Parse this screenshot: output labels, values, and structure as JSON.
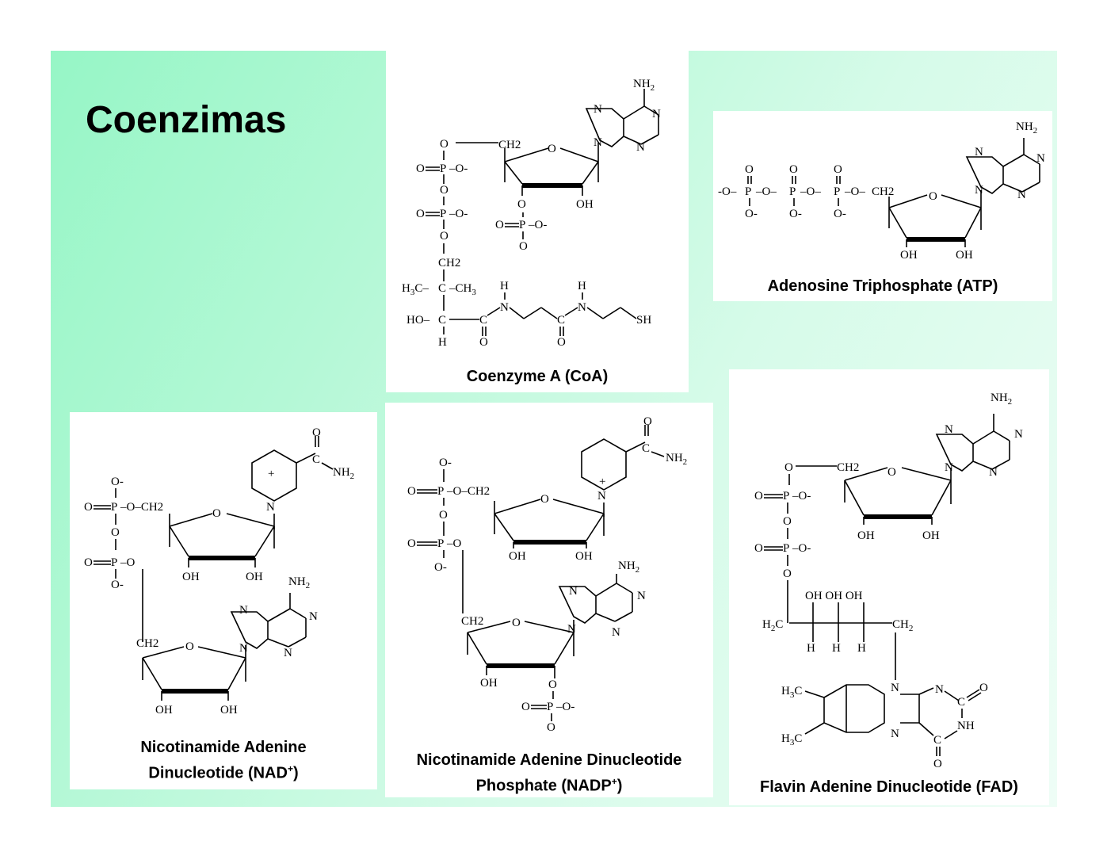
{
  "slide": {
    "title": "Coenzimas",
    "background_gradient": [
      "#96f6c6",
      "#eefdf6"
    ]
  },
  "structures": [
    {
      "id": "coa",
      "caption": "Coenzyme A (CoA)"
    },
    {
      "id": "atp",
      "caption": "Adenosine Triphosphate (ATP)"
    },
    {
      "id": "nad",
      "caption_line1": "Nicotinamide Adenine",
      "caption_line2": "Dinucleotide (NAD",
      "caption_sup": "+",
      "caption_end": ")"
    },
    {
      "id": "nadp",
      "caption_line1": "Nicotinamide Adenine Dinucleotide",
      "caption_line2": "Phosphate (NADP",
      "caption_sup": "+",
      "caption_end": ")"
    },
    {
      "id": "fad",
      "caption": "Flavin Adenine Dinucleotide (FAD)"
    }
  ],
  "atom_labels": {
    "O": "O",
    "Om": "O-",
    "P": "P",
    "N": "N",
    "Np": "N",
    "plus": "+",
    "OH": "OH",
    "NH2": "NH",
    "sub2": "2",
    "CH2": "CH",
    "H": "H",
    "C": "C",
    "SH": "SH",
    "HO": "HO",
    "H3C": "H",
    "sub3": "3",
    "CH3": "CH",
    "NH": "NH",
    "OHOHOH": "OH OH OH",
    "H2C": "H",
    "C3": "C",
    "neg": "-",
    "negO": "-O"
  }
}
